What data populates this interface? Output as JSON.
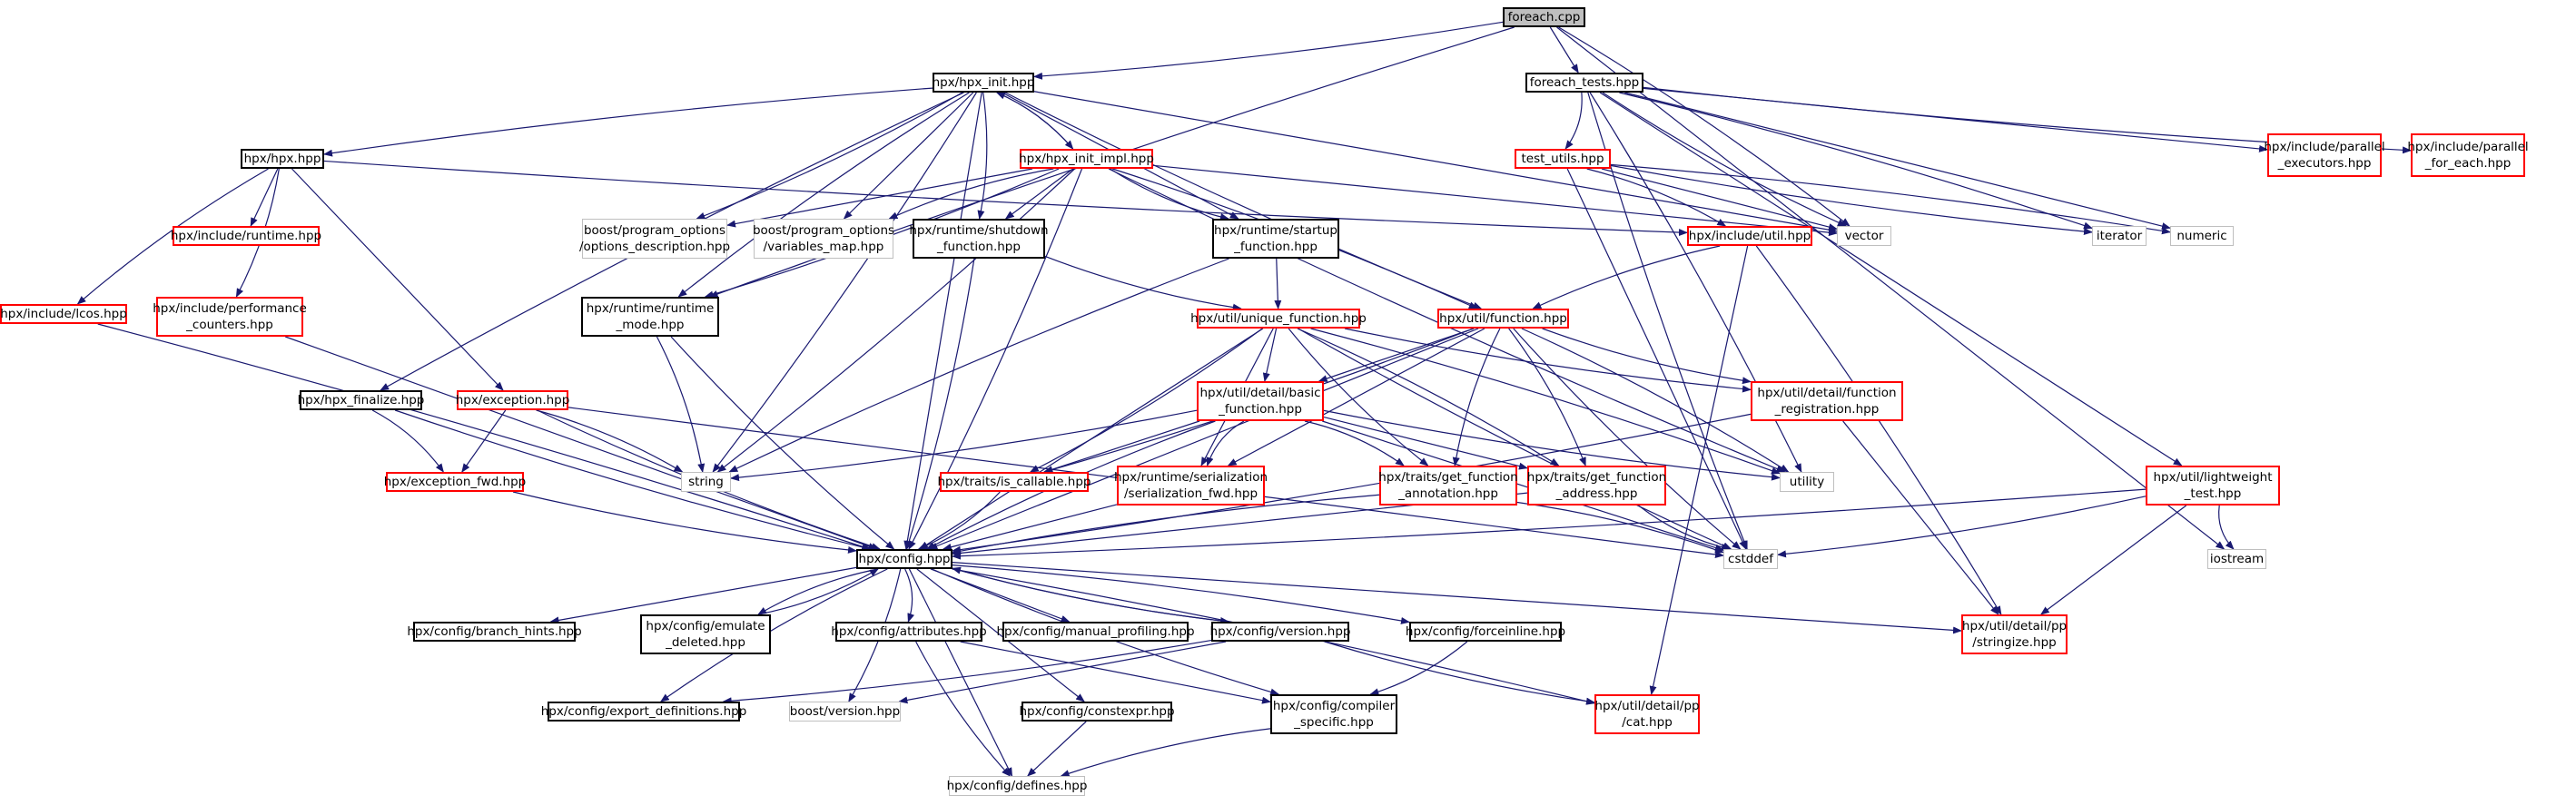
{
  "graph": {
    "edge_color": "#191970",
    "style_colors": {
      "black": "#000000",
      "red": "#ff0000",
      "gray": "#bfbfbf",
      "root_fill": "#bfbfbf"
    },
    "nodes": [
      {
        "id": "foreach",
        "label": "foreach.cpp",
        "style": "root"
      },
      {
        "id": "hpx_init",
        "label": "hpx/hpx_init.hpp",
        "style": "black"
      },
      {
        "id": "foreach_tests",
        "label": "foreach_tests.hpp",
        "style": "black"
      },
      {
        "id": "hpx_hpp",
        "label": "hpx/hpx.hpp",
        "style": "black"
      },
      {
        "id": "init_impl",
        "label": "hpx/hpx_init_impl.hpp",
        "style": "red"
      },
      {
        "id": "test_utils",
        "label": "test_utils.hpp",
        "style": "red"
      },
      {
        "id": "par_exec",
        "label": "hpx/include/parallel\n_executors.hpp",
        "style": "red"
      },
      {
        "id": "par_for_each",
        "label": "hpx/include/parallel\n_for_each.hpp",
        "style": "red"
      },
      {
        "id": "inc_runtime",
        "label": "hpx/include/runtime.hpp",
        "style": "red"
      },
      {
        "id": "po_desc",
        "label": "boost/program_options\n/options_description.hpp",
        "style": "gray"
      },
      {
        "id": "po_vmap",
        "label": "boost/program_options\n/variables_map.hpp",
        "style": "gray"
      },
      {
        "id": "rt_shutdown",
        "label": "hpx/runtime/shutdown\n_function.hpp",
        "style": "black"
      },
      {
        "id": "rt_startup",
        "label": "hpx/runtime/startup\n_function.hpp",
        "style": "black"
      },
      {
        "id": "inc_util",
        "label": "hpx/include/util.hpp",
        "style": "red"
      },
      {
        "id": "vector",
        "label": "vector",
        "style": "gray"
      },
      {
        "id": "iterator",
        "label": "iterator",
        "style": "gray"
      },
      {
        "id": "numeric",
        "label": "numeric",
        "style": "gray"
      },
      {
        "id": "inc_lcos",
        "label": "hpx/include/lcos.hpp",
        "style": "red"
      },
      {
        "id": "inc_perf",
        "label": "hpx/include/performance\n_counters.hpp",
        "style": "red"
      },
      {
        "id": "rt_mode",
        "label": "hpx/runtime/runtime\n_mode.hpp",
        "style": "black"
      },
      {
        "id": "unique_fn",
        "label": "hpx/util/unique_function.hpp",
        "style": "red"
      },
      {
        "id": "util_fn",
        "label": "hpx/util/function.hpp",
        "style": "red"
      },
      {
        "id": "hpx_finalize",
        "label": "hpx/hpx_finalize.hpp",
        "style": "black"
      },
      {
        "id": "exception",
        "label": "hpx/exception.hpp",
        "style": "red"
      },
      {
        "id": "basic_fn",
        "label": "hpx/util/detail/basic\n_function.hpp",
        "style": "red"
      },
      {
        "id": "fn_reg",
        "label": "hpx/util/detail/function\n_registration.hpp",
        "style": "red"
      },
      {
        "id": "string",
        "label": "string",
        "style": "gray"
      },
      {
        "id": "utility",
        "label": "utility",
        "style": "gray"
      },
      {
        "id": "exc_fwd",
        "label": "hpx/exception_fwd.hpp",
        "style": "red"
      },
      {
        "id": "is_callable",
        "label": "hpx/traits/is_callable.hpp",
        "style": "red"
      },
      {
        "id": "ser_fwd",
        "label": "hpx/runtime/serialization\n/serialization_fwd.hpp",
        "style": "red"
      },
      {
        "id": "get_fn_ann",
        "label": "hpx/traits/get_function\n_annotation.hpp",
        "style": "red"
      },
      {
        "id": "get_fn_addr",
        "label": "hpx/traits/get_function\n_address.hpp",
        "style": "red"
      },
      {
        "id": "lw_test",
        "label": "hpx/util/lightweight\n_test.hpp",
        "style": "red"
      },
      {
        "id": "config",
        "label": "hpx/config.hpp",
        "style": "black"
      },
      {
        "id": "cstddef",
        "label": "cstddef",
        "style": "gray"
      },
      {
        "id": "iostream",
        "label": "iostream",
        "style": "gray"
      },
      {
        "id": "branch_hints",
        "label": "hpx/config/branch_hints.hpp",
        "style": "black"
      },
      {
        "id": "emulate_del",
        "label": "hpx/config/emulate\n_deleted.hpp",
        "style": "black"
      },
      {
        "id": "attributes",
        "label": "hpx/config/attributes.hpp",
        "style": "black"
      },
      {
        "id": "manual_prof",
        "label": "hpx/config/manual_profiling.hpp",
        "style": "black"
      },
      {
        "id": "cfg_version",
        "label": "hpx/config/version.hpp",
        "style": "black"
      },
      {
        "id": "forceinline",
        "label": "hpx/config/forceinline.hpp",
        "style": "black"
      },
      {
        "id": "stringize",
        "label": "hpx/util/detail/pp\n/stringize.hpp",
        "style": "red"
      },
      {
        "id": "export_defs",
        "label": "hpx/config/export_definitions.hpp",
        "style": "black"
      },
      {
        "id": "boost_version",
        "label": "boost/version.hpp",
        "style": "gray"
      },
      {
        "id": "constexpr",
        "label": "hpx/config/constexpr.hpp",
        "style": "black"
      },
      {
        "id": "compiler_spec",
        "label": "hpx/config/compiler\n_specific.hpp",
        "style": "black"
      },
      {
        "id": "pp_cat",
        "label": "hpx/util/detail/pp\n/cat.hpp",
        "style": "red"
      },
      {
        "id": "defines",
        "label": "hpx/config/defines.hpp",
        "style": "gray"
      }
    ],
    "edges": [
      [
        "foreach",
        "hpx_init"
      ],
      [
        "foreach",
        "foreach_tests"
      ],
      [
        "foreach",
        "rt_mode"
      ],
      [
        "foreach",
        "vector"
      ],
      [
        "foreach",
        "iostream"
      ],
      [
        "hpx_init",
        "hpx_hpp"
      ],
      [
        "hpx_init",
        "init_impl"
      ],
      [
        "hpx_init",
        "config"
      ],
      [
        "hpx_init",
        "rt_mode"
      ],
      [
        "hpx_init",
        "rt_shutdown"
      ],
      [
        "hpx_init",
        "rt_startup"
      ],
      [
        "hpx_init",
        "util_fn"
      ],
      [
        "hpx_init",
        "po_desc"
      ],
      [
        "hpx_init",
        "po_vmap"
      ],
      [
        "hpx_init",
        "hpx_finalize"
      ],
      [
        "hpx_init",
        "string"
      ],
      [
        "hpx_init",
        "vector"
      ],
      [
        "init_impl",
        "hpx_init"
      ],
      [
        "init_impl",
        "config"
      ],
      [
        "init_impl",
        "rt_shutdown"
      ],
      [
        "init_impl",
        "rt_startup"
      ],
      [
        "init_impl",
        "util_fn"
      ],
      [
        "init_impl",
        "po_desc"
      ],
      [
        "init_impl",
        "po_vmap"
      ],
      [
        "init_impl",
        "string"
      ],
      [
        "init_impl",
        "vector"
      ],
      [
        "init_impl",
        "utility"
      ],
      [
        "init_impl",
        "rt_mode"
      ],
      [
        "hpx_hpp",
        "inc_runtime"
      ],
      [
        "hpx_hpp",
        "inc_lcos"
      ],
      [
        "hpx_hpp",
        "inc_perf"
      ],
      [
        "hpx_hpp",
        "exception"
      ],
      [
        "hpx_hpp",
        "inc_util"
      ],
      [
        "foreach_tests",
        "test_utils"
      ],
      [
        "foreach_tests",
        "par_exec"
      ],
      [
        "foreach_tests",
        "par_for_each"
      ],
      [
        "foreach_tests",
        "iterator"
      ],
      [
        "foreach_tests",
        "numeric"
      ],
      [
        "foreach_tests",
        "vector"
      ],
      [
        "foreach_tests",
        "utility"
      ],
      [
        "foreach_tests",
        "lw_test"
      ],
      [
        "foreach_tests",
        "cstddef"
      ],
      [
        "test_utils",
        "inc_util"
      ],
      [
        "test_utils",
        "vector"
      ],
      [
        "test_utils",
        "iterator"
      ],
      [
        "test_utils",
        "numeric"
      ],
      [
        "test_utils",
        "cstddef"
      ],
      [
        "inc_util",
        "util_fn"
      ],
      [
        "inc_util",
        "stringize"
      ],
      [
        "inc_util",
        "pp_cat"
      ],
      [
        "rt_shutdown",
        "unique_fn"
      ],
      [
        "rt_shutdown",
        "config"
      ],
      [
        "rt_startup",
        "unique_fn"
      ],
      [
        "rt_startup",
        "string"
      ],
      [
        "inc_lcos",
        "config"
      ],
      [
        "inc_perf",
        "config"
      ],
      [
        "rt_mode",
        "config"
      ],
      [
        "rt_mode",
        "string"
      ],
      [
        "unique_fn",
        "basic_fn"
      ],
      [
        "unique_fn",
        "fn_reg"
      ],
      [
        "unique_fn",
        "is_callable"
      ],
      [
        "unique_fn",
        "ser_fwd"
      ],
      [
        "unique_fn",
        "get_fn_ann"
      ],
      [
        "unique_fn",
        "get_fn_addr"
      ],
      [
        "unique_fn",
        "config"
      ],
      [
        "unique_fn",
        "cstddef"
      ],
      [
        "unique_fn",
        "utility"
      ],
      [
        "util_fn",
        "basic_fn"
      ],
      [
        "util_fn",
        "fn_reg"
      ],
      [
        "util_fn",
        "is_callable"
      ],
      [
        "util_fn",
        "ser_fwd"
      ],
      [
        "util_fn",
        "get_fn_ann"
      ],
      [
        "util_fn",
        "get_fn_addr"
      ],
      [
        "util_fn",
        "config"
      ],
      [
        "util_fn",
        "cstddef"
      ],
      [
        "util_fn",
        "utility"
      ],
      [
        "basic_fn",
        "is_callable"
      ],
      [
        "basic_fn",
        "ser_fwd"
      ],
      [
        "basic_fn",
        "get_fn_ann"
      ],
      [
        "basic_fn",
        "get_fn_addr"
      ],
      [
        "basic_fn",
        "config"
      ],
      [
        "basic_fn",
        "string"
      ],
      [
        "basic_fn",
        "cstddef"
      ],
      [
        "basic_fn",
        "utility"
      ],
      [
        "fn_reg",
        "config"
      ],
      [
        "fn_reg",
        "stringize"
      ],
      [
        "hpx_finalize",
        "config"
      ],
      [
        "hpx_finalize",
        "exc_fwd"
      ],
      [
        "exception",
        "exc_fwd"
      ],
      [
        "exception",
        "config"
      ],
      [
        "exception",
        "string"
      ],
      [
        "exception",
        "cstddef"
      ],
      [
        "exc_fwd",
        "config"
      ],
      [
        "is_callable",
        "config"
      ],
      [
        "ser_fwd",
        "config"
      ],
      [
        "get_fn_ann",
        "config"
      ],
      [
        "get_fn_ann",
        "cstddef"
      ],
      [
        "get_fn_addr",
        "config"
      ],
      [
        "get_fn_addr",
        "cstddef"
      ],
      [
        "lw_test",
        "config"
      ],
      [
        "lw_test",
        "stringize"
      ],
      [
        "lw_test",
        "iostream"
      ],
      [
        "lw_test",
        "cstddef"
      ],
      [
        "config",
        "branch_hints"
      ],
      [
        "config",
        "emulate_del"
      ],
      [
        "config",
        "attributes"
      ],
      [
        "config",
        "manual_prof"
      ],
      [
        "config",
        "cfg_version"
      ],
      [
        "config",
        "forceinline"
      ],
      [
        "config",
        "stringize"
      ],
      [
        "config",
        "export_defs"
      ],
      [
        "config",
        "boost_version"
      ],
      [
        "config",
        "constexpr"
      ],
      [
        "config",
        "compiler_spec"
      ],
      [
        "config",
        "pp_cat"
      ],
      [
        "config",
        "defines"
      ],
      [
        "emulate_del",
        "config"
      ],
      [
        "cfg_version",
        "config"
      ],
      [
        "attributes",
        "compiler_spec"
      ],
      [
        "attributes",
        "defines"
      ],
      [
        "cfg_version",
        "export_defs"
      ],
      [
        "cfg_version",
        "boost_version"
      ],
      [
        "cfg_version",
        "pp_cat"
      ],
      [
        "forceinline",
        "compiler_spec"
      ],
      [
        "constexpr",
        "defines"
      ],
      [
        "compiler_spec",
        "defines"
      ]
    ]
  }
}
